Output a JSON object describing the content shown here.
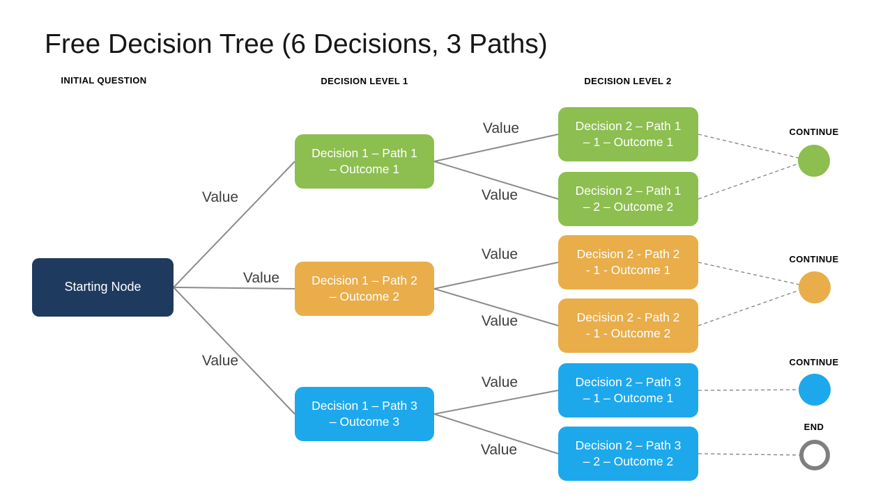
{
  "slide": {
    "title": "Free Decision Tree (6 Decisions, 3 Paths)"
  },
  "columns": [
    {
      "label": "INITIAL QUESTION"
    },
    {
      "label": "DECISION LEVEL 1"
    },
    {
      "label": "DECISION LEVEL 2"
    }
  ],
  "palette": {
    "navy": "#1f3a5f",
    "green": "#8dbe50",
    "orange": "#e9ad4a",
    "blue": "#1ea8ec",
    "line_gray": "#8a8a8a",
    "end_ring_gray": "#7f7f7f"
  },
  "nodes": {
    "start": {
      "label": "Starting Node"
    },
    "level1": [
      {
        "label": "Decision 1 – Path 1\n– Outcome 1"
      },
      {
        "label": "Decision 1 – Path 2\n– Outcome 2"
      },
      {
        "label": "Decision 1 – Path 3\n– Outcome 3"
      }
    ],
    "level2": [
      {
        "label": "Decision 2 – Path 1\n– 1 – Outcome 1"
      },
      {
        "label": "Decision 2 – Path 1\n– 2 – Outcome 2"
      },
      {
        "label": "Decision 2 - Path 2\n- 1 - Outcome 1"
      },
      {
        "label": "Decision 2 - Path 2\n- 1 - Outcome 2"
      },
      {
        "label": "Decision 2 – Path 3\n– 1 – Outcome 1"
      },
      {
        "label": "Decision 2 – Path 3\n– 2 – Outcome 2"
      }
    ]
  },
  "edges": [
    {
      "from": "start",
      "to": "level1-1",
      "label": "Value"
    },
    {
      "from": "start",
      "to": "level1-2",
      "label": "Value"
    },
    {
      "from": "start",
      "to": "level1-3",
      "label": "Value"
    },
    {
      "from": "level1-1",
      "to": "level2-1",
      "label": "Value"
    },
    {
      "from": "level1-1",
      "to": "level2-2",
      "label": "Value"
    },
    {
      "from": "level1-2",
      "to": "level2-3",
      "label": "Value"
    },
    {
      "from": "level1-2",
      "to": "level2-4",
      "label": "Value"
    },
    {
      "from": "level1-3",
      "to": "level2-5",
      "label": "Value"
    },
    {
      "from": "level1-3",
      "to": "level2-6",
      "label": "Value"
    }
  ],
  "terminals": [
    {
      "label": "CONTINUE",
      "style": "filled",
      "color": "#8dbe50"
    },
    {
      "label": "CONTINUE",
      "style": "filled",
      "color": "#e9ad4a"
    },
    {
      "label": "CONTINUE",
      "style": "filled",
      "color": "#1ea8ec"
    },
    {
      "label": "END",
      "style": "outline",
      "color": "#7f7f7f"
    }
  ]
}
